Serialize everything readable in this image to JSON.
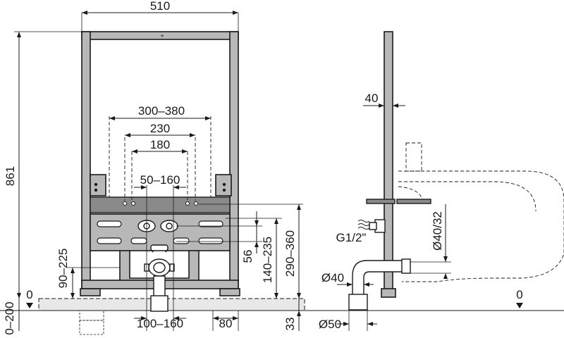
{
  "diagram": {
    "dimensions": {
      "total_width": "510",
      "total_height": "861",
      "drain_spacing_range": "300–380",
      "fixing_230": "230",
      "fixing_180": "180",
      "fixing_50_160": "50–160",
      "depth_40": "40",
      "height_90_225": "90–225",
      "height_56": "56",
      "height_140_235": "140–235",
      "height_290_360": "290–360",
      "foot_0_200": "0–200",
      "spacing_100_160": "100–160",
      "width_80": "80",
      "height_33": "33",
      "diameter_40_32": "Ø40/32",
      "diameter_40": "Ø40",
      "diameter_50": "Ø50",
      "thread_g12": "G1/2\"",
      "floor_zero_left": "0",
      "floor_zero_right": "0"
    },
    "colors": {
      "frame": "#b8b8b8",
      "outline": "#1a1a1a",
      "floor": "#e8e8e8"
    }
  }
}
